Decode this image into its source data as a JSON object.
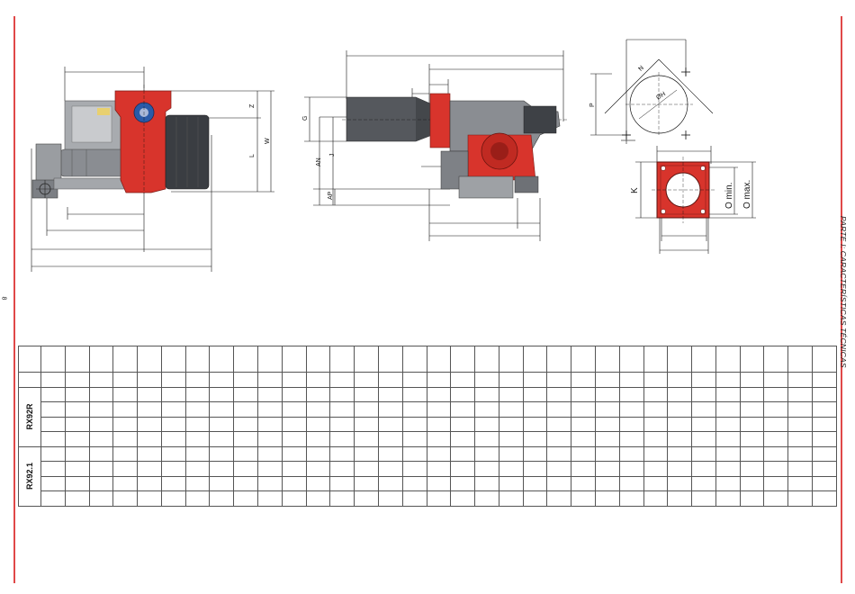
{
  "page": {
    "number": "8",
    "side_title": "PARTE I: CARACTERÍSTICAS TÉCNICAS"
  },
  "colors": {
    "margin_line": "#e04848",
    "burner_red": "#d8342c",
    "burner_grey": "#7a7d82",
    "motor_dark": "#3a3d42"
  },
  "figure_labels": {
    "side_view": [
      "Z",
      "W",
      "L"
    ],
    "front_view": [
      "G",
      "AN",
      "J",
      "AP"
    ],
    "flange_top": [
      "N",
      "P",
      "ØH"
    ],
    "flange_square": [
      "K",
      "O min.",
      "O max."
    ]
  },
  "table": {
    "models": [
      {
        "name": "RX92R",
        "rows": 4
      },
      {
        "name": "RX92.1",
        "rows": 4
      }
    ],
    "data_columns": 33,
    "header_rows": 2
  }
}
